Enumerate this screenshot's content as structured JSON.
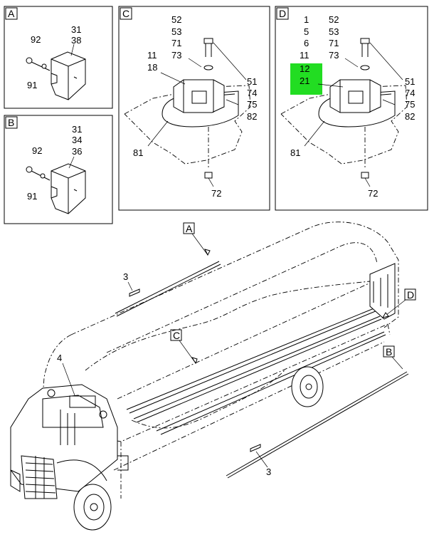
{
  "panels": {
    "A": {
      "letter": "A",
      "callouts": {
        "c31": "31",
        "c38": "38",
        "c92": "92",
        "c91": "91"
      }
    },
    "B": {
      "letter": "B",
      "callouts": {
        "c31": "31",
        "c34": "34",
        "c36": "36",
        "c92": "92",
        "c91": "91"
      }
    },
    "C": {
      "letter": "C",
      "callouts": {
        "c52": "52",
        "c53": "53",
        "c71": "71",
        "c73": "73",
        "c11": "11",
        "c18": "18",
        "c51": "51",
        "c74": "74",
        "c75": "75",
        "c82": "82",
        "c81": "81",
        "c72": "72"
      }
    },
    "D": {
      "letter": "D",
      "callouts": {
        "c1": "1",
        "c5": "5",
        "c6": "6",
        "c11": "11",
        "c12": "12",
        "c21": "21",
        "c52": "52",
        "c53": "53",
        "c71": "71",
        "c73": "73",
        "c51": "51",
        "c74": "74",
        "c75": "75",
        "c82": "82",
        "c81": "81",
        "c72": "72"
      }
    }
  },
  "main": {
    "tags": {
      "A": "A",
      "B": "B",
      "C": "C",
      "D": "D"
    },
    "callouts": {
      "c3_top": "3",
      "c3_bottom": "3",
      "c4": "4"
    }
  },
  "highlight_color": "#22dd22"
}
